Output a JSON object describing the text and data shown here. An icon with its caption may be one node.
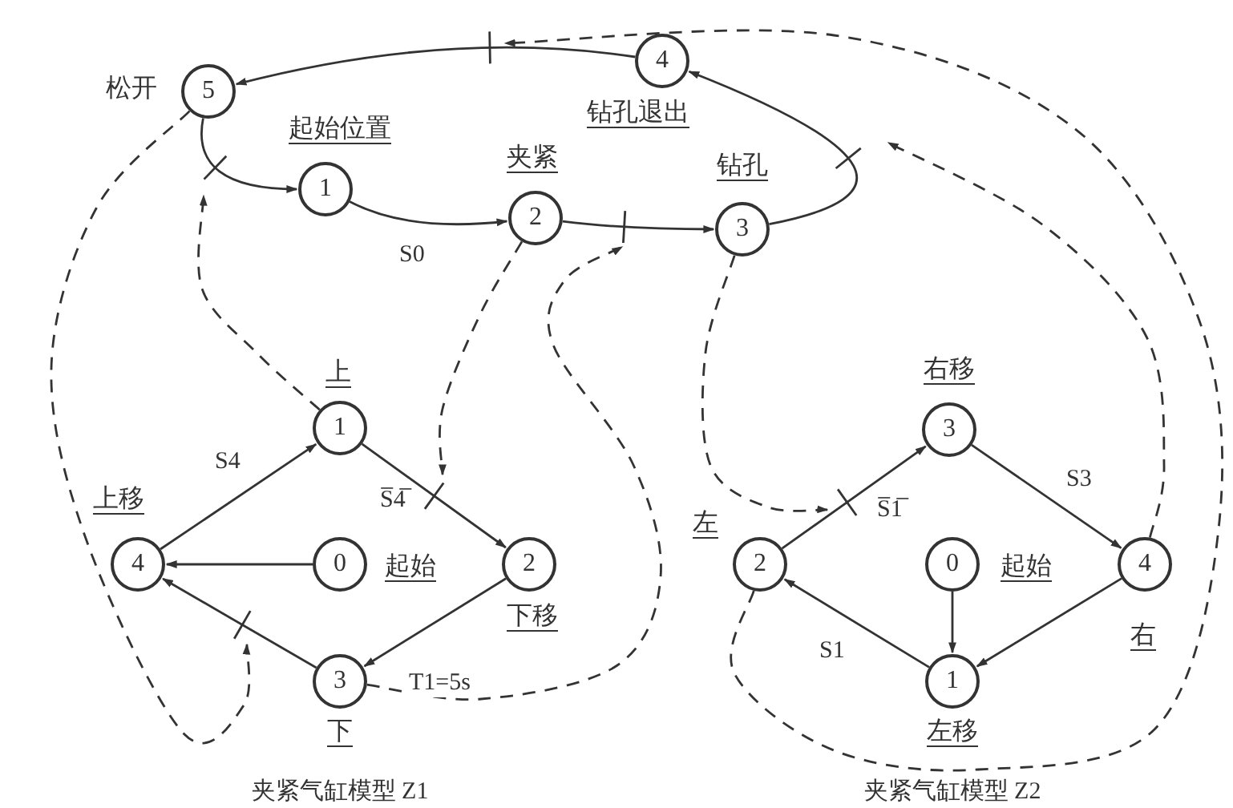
{
  "diagram": {
    "nodes": [
      {
        "text": [
          "5"
        ],
        "beside": [
          "松开"
        ]
      },
      {
        "text": [
          "1"
        ],
        "beside": [
          "起始位置"
        ]
      },
      {
        "text": [
          "2"
        ],
        "beside": [
          "夹紧"
        ]
      },
      {
        "text": [
          "3"
        ],
        "beside": [
          "钻孔"
        ]
      },
      {
        "text": [
          "4"
        ],
        "beside": [
          "钻孔退出"
        ]
      },
      {
        "text": [
          "1"
        ],
        "beside": [
          "上"
        ]
      },
      {
        "text": [
          "4"
        ],
        "beside": [
          "上移"
        ]
      },
      {
        "text": [
          "0"
        ],
        "beside": [
          "起始"
        ]
      },
      {
        "text": [
          "2"
        ],
        "beside": [
          "下移"
        ]
      },
      {
        "text": [
          "3"
        ],
        "beside": [
          "下"
        ]
      },
      {
        "text": [
          "3"
        ],
        "beside": [
          "右移"
        ]
      },
      {
        "text": [
          "2"
        ],
        "beside": [
          "左"
        ]
      },
      {
        "text": [
          "0"
        ],
        "beside": [
          "起始"
        ]
      },
      {
        "text": [
          "4"
        ],
        "beside": [
          "右"
        ]
      },
      {
        "text": [
          "1"
        ],
        "beside": [
          "左移"
        ]
      }
    ],
    "edges": [
      {
        "from": 0,
        "to": 1,
        "arrow": "to"
      },
      {
        "from": 1,
        "to": 2,
        "arrow": "to",
        "label": "S0"
      },
      {
        "from": 2,
        "to": 3,
        "arrow": "to"
      },
      {
        "from": 3,
        "to": 4,
        "arrow": "to"
      },
      {
        "from": 4,
        "to": 0,
        "arrow": "to"
      },
      {
        "from": 5,
        "to": 8,
        "arrow": "to",
        "label": "S̅4̅"
      },
      {
        "from": 8,
        "to": 9,
        "arrow": "to",
        "label": "T1=5s"
      },
      {
        "from": 9,
        "to": 6,
        "arrow": "to"
      },
      {
        "from": 6,
        "to": 5,
        "arrow": "to",
        "label": "S4"
      },
      {
        "from": 7,
        "to": 6,
        "arrow": "to"
      },
      {
        "from": 11,
        "to": 10,
        "arrow": "to",
        "label": "S̅1̅"
      },
      {
        "from": 10,
        "to": 13,
        "arrow": "to",
        "label": "S3"
      },
      {
        "from": 13,
        "to": 14,
        "arrow": "to"
      },
      {
        "from": 14,
        "to": 11,
        "arrow": "to",
        "label": "S1"
      },
      {
        "from": 12,
        "to": 14,
        "arrow": "to"
      },
      {
        "from": 5,
        "to": null,
        "arrow": "to",
        "style": "dashed"
      },
      {
        "from": 0,
        "to": null,
        "arrow": "to",
        "style": "dashed"
      },
      {
        "from": 2,
        "to": null,
        "arrow": "to",
        "style": "dashed"
      },
      {
        "from": 9,
        "to": null,
        "arrow": "to",
        "style": "dashed"
      },
      {
        "from": 3,
        "to": null,
        "arrow": "to",
        "style": "dashed"
      },
      {
        "from": 13,
        "to": null,
        "arrow": "to",
        "style": "dashed"
      },
      {
        "from": 11,
        "to": null,
        "arrow": "to",
        "style": "dashed"
      }
    ],
    "labels": [
      "夹紧气缸模型 Z1",
      "夹紧气缸模型 Z2"
    ]
  }
}
